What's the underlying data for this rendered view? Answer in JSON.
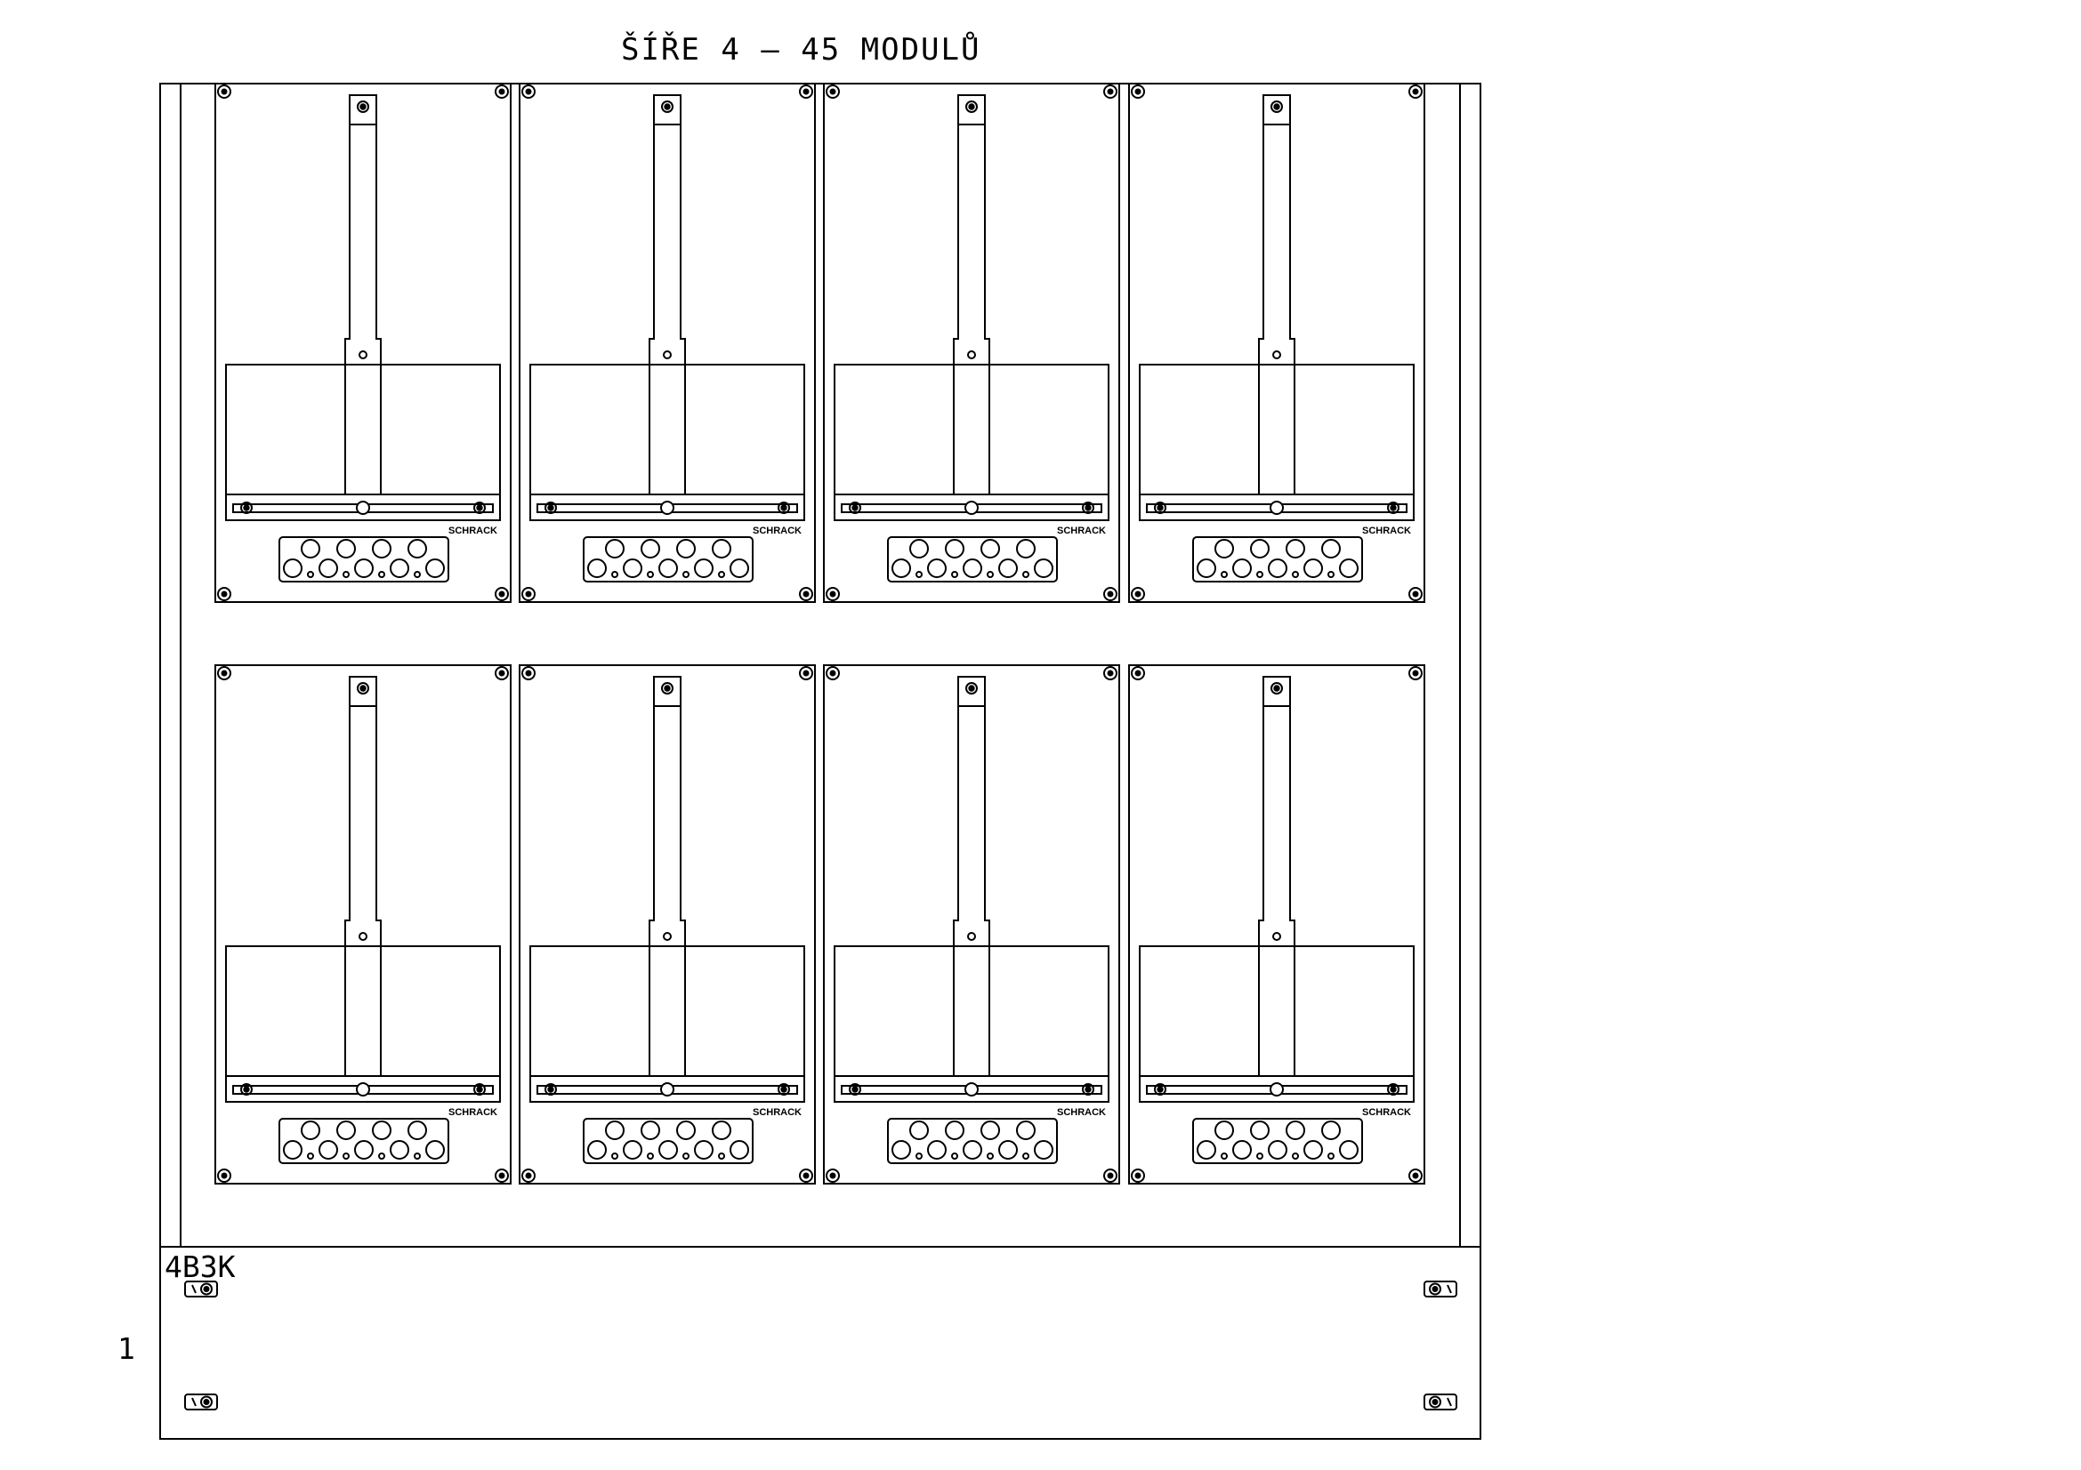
{
  "drawing": {
    "title": "ŠÍŘE 4 – 45 MODULŮ",
    "bottom_label": "4B3K",
    "side_number": "1",
    "brand_label": "SCHRACK",
    "line_color": "#000000",
    "background_color": "#ffffff",
    "grid": {
      "rows": 2,
      "columns": 4
    },
    "modules_count": 8
  }
}
